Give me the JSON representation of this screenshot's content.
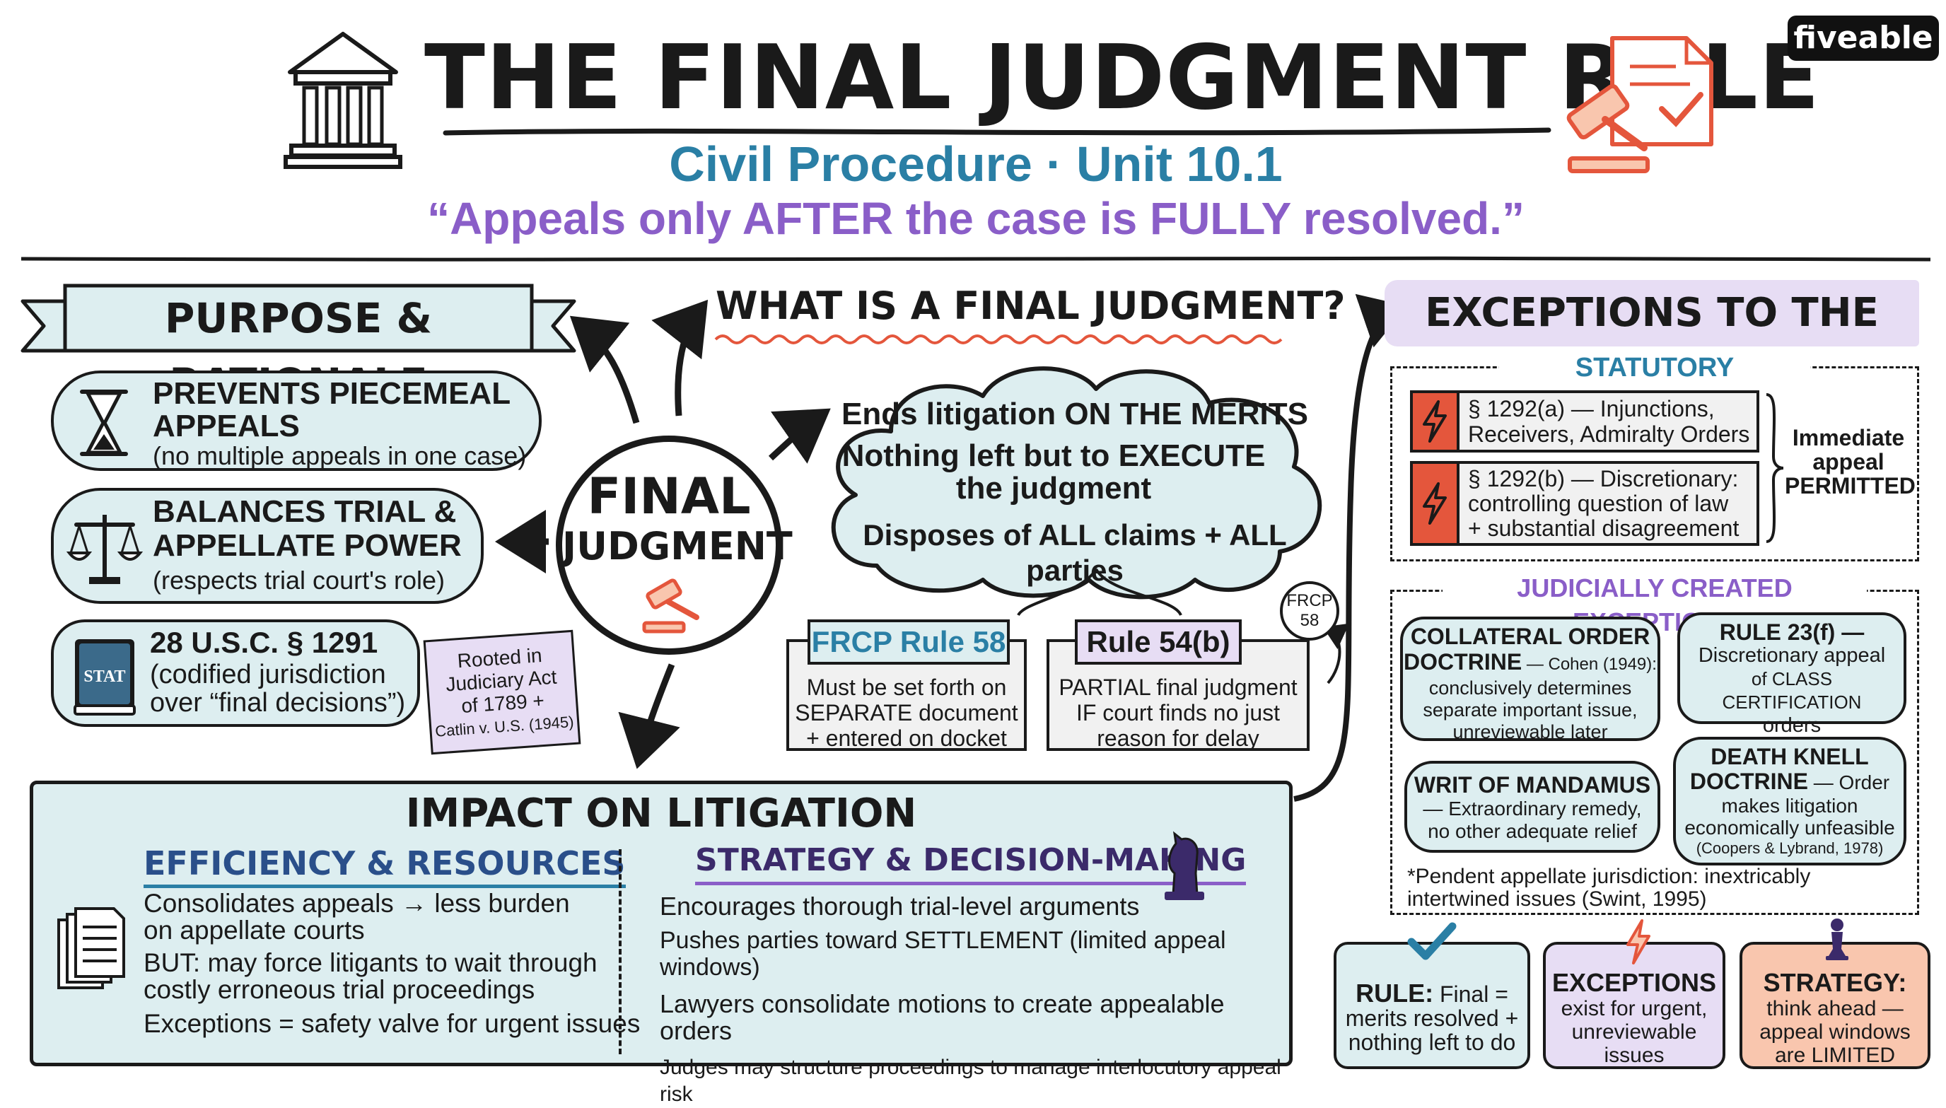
{
  "brand": "fiveable",
  "header": {
    "title": "THE FINAL JUDGMENT RULE",
    "subtitle": "Civil Procedure · Unit 10.1",
    "tagline": "“Appeals only AFTER the case is FULLY resolved.”"
  },
  "purpose": {
    "heading": "PURPOSE & RATIONALE",
    "items": [
      {
        "title1": "PREVENTS PIECEMEAL",
        "title2": "APPEALS",
        "detail": "(no multiple appeals in one case)",
        "icon": "hourglass-icon"
      },
      {
        "title1": "BALANCES TRIAL &",
        "title2": "APPELLATE POWER",
        "detail": "(respects trial court's role)",
        "icon": "scales-icon"
      },
      {
        "title1": "28 U.S.C. § 1291",
        "title2": "(codified jurisdiction",
        "detail": "over “final decisions”)",
        "icon": "statute-book-icon"
      }
    ],
    "book_label": "STAT",
    "note": {
      "l1": "Rooted in",
      "l2": "Judiciary Act",
      "l3": "of 1789 +",
      "l4": "Catlin v. U.S. (1945)"
    }
  },
  "center": {
    "line1": "FINAL",
    "line2": "JUDGMENT"
  },
  "definition": {
    "heading": "WHAT IS A FINAL JUDGMENT?",
    "cloud": [
      "Ends litigation ON THE MERITS",
      "Nothing left but to EXECUTE",
      "the judgment",
      "Disposes of ALL claims + ALL parties"
    ],
    "rule58": {
      "tab": "FRCP Rule 58",
      "l1": "Must be set forth on",
      "l2": "SEPARATE document",
      "l3": "+ entered on docket"
    },
    "rule54": {
      "tab": "Rule 54(b)",
      "l1": "PARTIAL final judgment",
      "l2": "IF court finds no just",
      "l3": "reason for delay"
    },
    "frcp_badge": {
      "l1": "FRCP",
      "l2": "58"
    }
  },
  "exceptions": {
    "heading": "EXCEPTIONS TO THE RULE",
    "statutory": {
      "label": "STATUTORY EXCEPTIONS",
      "items": [
        {
          "l1": "§ 1292(a) — Injunctions,",
          "l2": "Receivers, Admiralty Orders"
        },
        {
          "l1": "§ 1292(b) — Discretionary:",
          "l2": "controlling question of law",
          "l3": "+ substantial disagreement"
        }
      ],
      "side": {
        "l1": "Immediate",
        "l2": "appeal",
        "l3": "PERMITTED"
      }
    },
    "judicial": {
      "label": "JUDICIALLY CREATED EXCEPTIONS",
      "collateral": {
        "l1": "COLLATERAL ORDER",
        "l2a": "DOCTRINE",
        "l2b": " — Cohen (1949):",
        "l3": "conclusively determines",
        "l4": "separate important issue,",
        "l5": "unreviewable later"
      },
      "rule23": {
        "l1": "RULE 23(f) —",
        "l2": "Discretionary appeal",
        "l3": "of CLASS CERTIFICATION",
        "l4": "orders"
      },
      "mandamus": {
        "l1": "WRIT OF MANDAMUS",
        "l2": "— Extraordinary remedy,",
        "l3": "no other adequate relief"
      },
      "deathknell": {
        "l1": "DEATH KNELL",
        "l2a": "DOCTRINE",
        "l2b": " — Order",
        "l3": "makes litigation",
        "l4": "economically unfeasible",
        "l5": "(Coopers & Lybrand, 1978)"
      },
      "footnote1": "*Pendent appellate jurisdiction: inextricably",
      "footnote2": "intertwined issues (Swint, 1995)"
    }
  },
  "impact": {
    "heading": "IMPACT ON LITIGATION",
    "efficiency": {
      "heading": "EFFICIENCY & RESOURCES",
      "items": [
        "Consolidates appeals → less burden",
        "on appellate courts",
        "BUT: may force litigants to wait through",
        "costly erroneous trial proceedings",
        "Exceptions = safety valve for urgent issues"
      ]
    },
    "strategy": {
      "heading": "STRATEGY & DECISION-MAKING",
      "items": [
        "Encourages thorough trial-level arguments",
        "Pushes parties toward SETTLEMENT (limited appeal windows)",
        "Lawyers consolidate motions to create appealable orders",
        "Judges may structure proceedings to manage interlocutory appeal risk"
      ]
    }
  },
  "summary": {
    "rule": {
      "a": "RULE:",
      "b": " Final =",
      "l2": "merits resolved +",
      "l3": "nothing left to do"
    },
    "exceptions": {
      "l1": "EXCEPTIONS",
      "l2": "exist for urgent,",
      "l3": "unreviewable",
      "l4": "issues"
    },
    "strategy": {
      "l1": "STRATEGY:",
      "l2": "think ahead —",
      "l3": "appeal windows",
      "l4": "are LIMITED"
    }
  },
  "colors": {
    "teal": "#ddeef0",
    "lavender": "#e7ddf4",
    "peach": "#f9c6ae",
    "blue": "#2a7fa5",
    "purple": "#8a5ec8",
    "red": "#e4563c"
  }
}
